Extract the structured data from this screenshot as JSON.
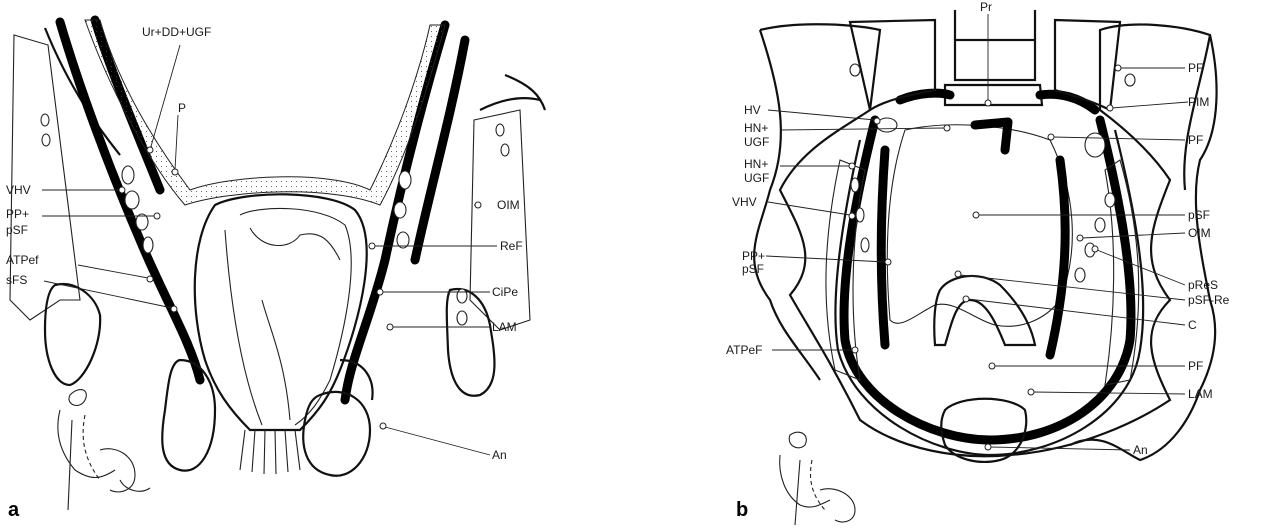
{
  "figure": {
    "panel_a": {
      "letter": "a",
      "labels": {
        "ur_dd_ugf": "Ur+DD+UGF",
        "p": "P",
        "vhv": "VHV",
        "pp": "PP+",
        "psf": "pSF",
        "atpef": "ATPef",
        "sfs": "sFS",
        "oim": "OIM",
        "ref": "ReF",
        "cipe": "CiPe",
        "lam": "LAM",
        "an": "An"
      }
    },
    "panel_b": {
      "letter": "b",
      "labels": {
        "pr": "Pr",
        "hv": "HV",
        "hn1": "HN+",
        "ugf1": "UGF",
        "hn2": "HN+",
        "ugf2": "UGF",
        "vhv": "VHV",
        "pp": "PP+",
        "psf_left": "pSF",
        "atpef": "ATPeF",
        "pf_top": "PF",
        "pim": "PIM",
        "pf_mid": "PF",
        "psf": "pSF",
        "oim": "OIM",
        "pres": "pReS",
        "psf_re": "pSF-Re",
        "c": "C",
        "pf_low": "PF",
        "lam": "LAM",
        "an": "An"
      }
    }
  }
}
